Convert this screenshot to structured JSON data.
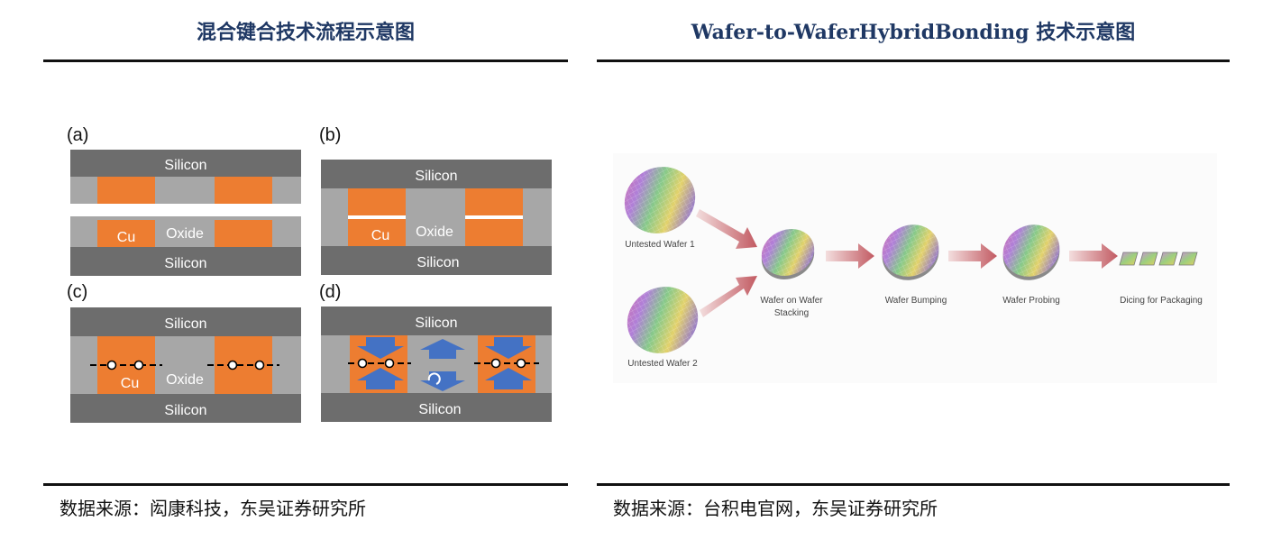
{
  "left": {
    "title": "混合键合技术流程示意图",
    "source": "数据来源：闳康科技，东吴证券研究所",
    "panels": {
      "a": {
        "tag": "(a)",
        "top": "Silicon",
        "bottom": "Silicon",
        "cu": "Cu",
        "oxide": "Oxide"
      },
      "b": {
        "tag": "(b)",
        "top": "Silicon",
        "bottom": "Silicon",
        "cu": "Cu",
        "oxide": "Oxide"
      },
      "c": {
        "tag": "(c)",
        "top": "Silicon",
        "bottom": "Silicon",
        "cu": "Cu",
        "oxide": "Oxide"
      },
      "d": {
        "tag": "(d)",
        "top": "Silicon",
        "bottom": "Silicon"
      }
    }
  },
  "right": {
    "title": "Wafer-to-WaferHybridBonding 技术示意图",
    "source": "数据来源：台积电官网，东吴证券研究所",
    "flow": {
      "wafer1": "Untested Wafer 1",
      "wafer2": "Untested Wafer 2",
      "stacking_line1": "Wafer on Wafer",
      "stacking_line2": "Stacking",
      "bumping": "Wafer Bumping",
      "probing": "Wafer Probing",
      "dicing": "Dicing for Packaging"
    }
  },
  "colors": {
    "title": "#1f3864",
    "silicon": "#6d6d6d",
    "oxide": "#a7a7a7",
    "copper": "#ed7d31",
    "arrow_blue": "#4472c4",
    "flow_arrow": "#c9767a"
  }
}
